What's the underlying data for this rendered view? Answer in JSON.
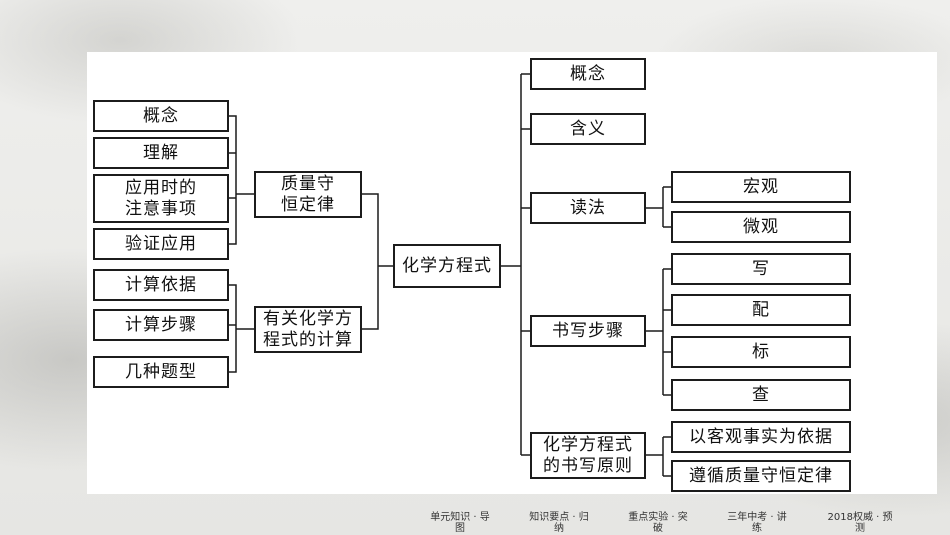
{
  "nodes": {
    "left_group1": [
      "概念",
      "理解",
      "应用时的\n注意事项",
      "验证应用"
    ],
    "left_group2": [
      "计算依据",
      "计算步骤",
      "几种题型"
    ],
    "mid_law": "质量守\n恒定律",
    "mid_calc": "有关化学方\n程式的计算",
    "center": "化学方程式",
    "right": {
      "concept": "概念",
      "meaning": "含义",
      "reading": "读法",
      "reading_items": [
        "宏观",
        "微观"
      ],
      "steps": "书写步骤",
      "steps_items": [
        "写",
        "配",
        "标",
        "查"
      ],
      "principles": "化学方程式\n的书写原则",
      "principles_items": [
        "以客观事实为依据",
        "遵循质量守恒定律"
      ]
    }
  },
  "footer": [
    "单元知识 · 导\n图",
    "知识要点 · 归\n纳",
    "重点实验 · 突\n破",
    "三年中考 · 讲\n练",
    "2018权威 · 预\n测"
  ],
  "colors": {
    "border": "#1c1c1c",
    "panel": "#ffffff",
    "background": "#ececea"
  }
}
